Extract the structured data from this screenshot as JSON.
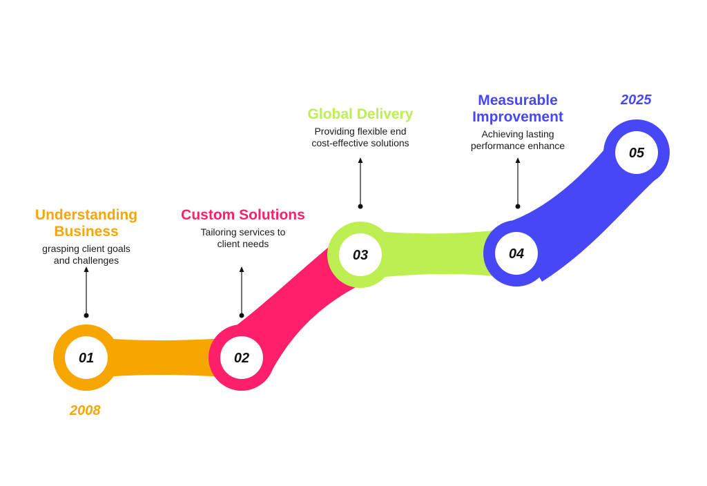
{
  "colors": {
    "step1": "#F7A600",
    "step2": "#FF1F6A",
    "step3": "#BDEE52",
    "step4": "#4747F6",
    "step5": "#4747F6",
    "number_text": "#111111",
    "background": "#FFFFFF"
  },
  "steps": [
    {
      "number": "01",
      "title": "Understanding\nBusiness",
      "description": "grasping client goals\nand challenges"
    },
    {
      "number": "02",
      "title": "Custom Solutions",
      "description": "Tailoring services to\nclient needs"
    },
    {
      "number": "03",
      "title": "Global Delivery",
      "description": "Providing flexible end\ncost-effective solutions"
    },
    {
      "number": "04",
      "title": "Measurable\nImprovement",
      "description": "Achieving lasting\nperformance enhance"
    },
    {
      "number": "05",
      "title": "",
      "description": ""
    }
  ],
  "years": {
    "start": "2008",
    "end": "2025"
  },
  "icons": {
    "pointer": "arrow-pin-icon"
  }
}
